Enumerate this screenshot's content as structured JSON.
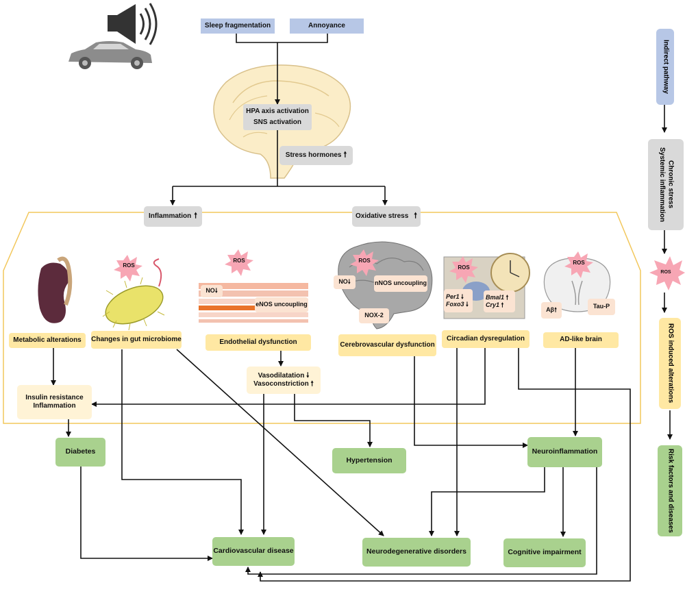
{
  "top": {
    "sleep_fragmentation": "Sleep fragmentation",
    "annoyance": "Annoyance"
  },
  "brain": {
    "hpa": "HPA axis activation",
    "sns": "SNS activation",
    "stress_hormones": "Stress hormones",
    "stress_arrow": "🠕"
  },
  "split": {
    "inflammation": "Inflammation",
    "oxidative_stress": "Oxidative stress",
    "up": "🠕"
  },
  "ros": "ROS",
  "organs": {
    "metabolic": "Metabolic alterations",
    "gut": "Changes in gut microbiome",
    "endothelial": "Endothelial dysfunction",
    "cerebro": "Cerebrovascular dysfunction",
    "circadian": "Circadian dysregulation",
    "ad": "AD-like brain"
  },
  "vessel": {
    "no_down": "NO",
    "enos": "eNOS uncoupling"
  },
  "cerebro_labels": {
    "no_down": "NO",
    "nnos": "nNOS uncoupling",
    "nox2": "NOX-2"
  },
  "circadian_labels": {
    "per1": "Per1",
    "foxo3": "Foxo3",
    "bmal1": "Bmal1",
    "cry1": "Cry1"
  },
  "ad_labels": {
    "abeta": "Aβ",
    "taup": "Tau-P"
  },
  "intermediate": {
    "insulin_line1": "Insulin resistance",
    "insulin_line2": "Inflammation",
    "vasodilatation": "Vasodilatation",
    "vasoconstriction": "Vasoconstriction"
  },
  "diseases": {
    "diabetes": "Diabetes",
    "hypertension": "Hypertension",
    "neuroinflammation": "Neuroinflammation",
    "cardiovascular": "Cardiovascular disease",
    "neurodegenerative": "Neurodegenerative disorders",
    "cognitive": "Cognitive impairment"
  },
  "side": {
    "indirect": "Indirect pathway",
    "chronic_line1": "Chronic stress",
    "chronic_line2": "Systemic inflammation",
    "ros": "ROS",
    "ros_induced": "ROS induced alterations",
    "risk": "Risk factors and diseases"
  },
  "colors": {
    "blue": "#b7c7e6",
    "grey": "#d9d9d9",
    "yellow": "#ffe8a3",
    "green": "#a9d18e",
    "frame": "#f2c75c",
    "ros_star": "#f7a6b4"
  }
}
